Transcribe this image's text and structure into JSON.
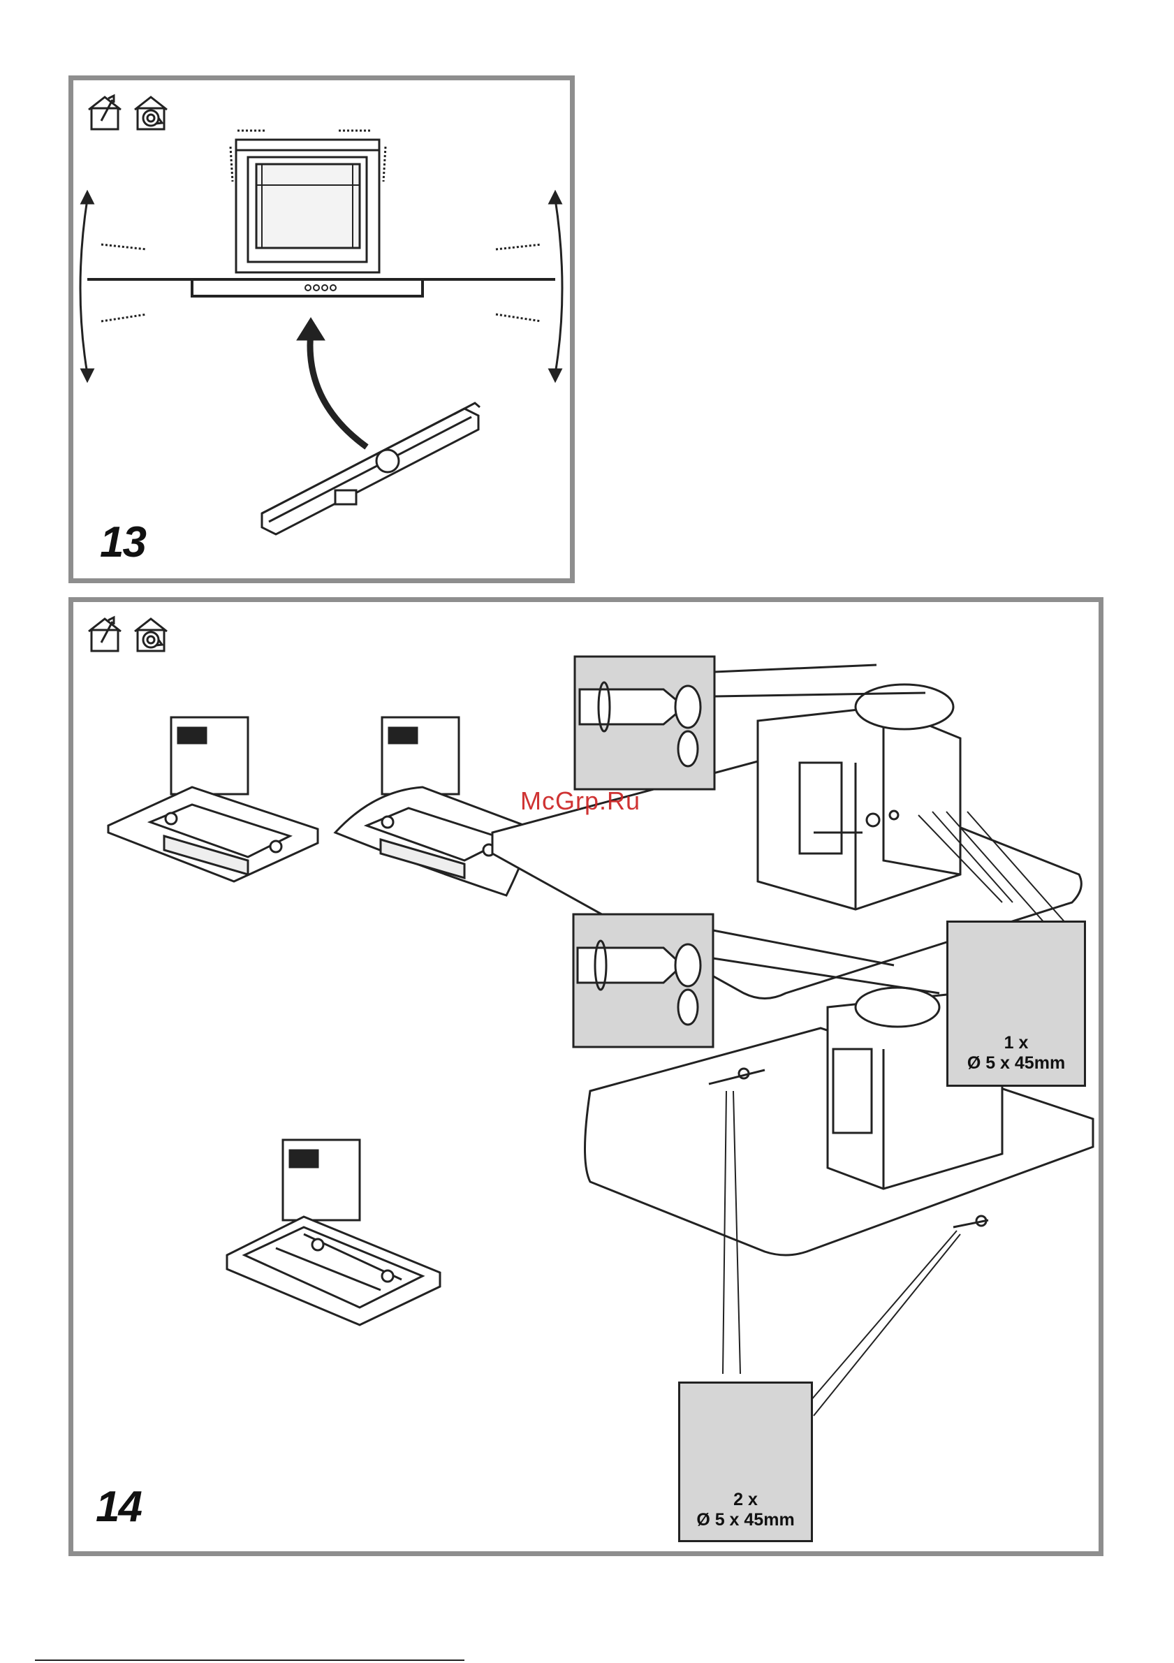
{
  "step13": {
    "number": "13"
  },
  "step14": {
    "number": "14",
    "callout_top": {
      "qty": "1 x",
      "size": "Ø 5 x 45mm"
    },
    "callout_bottom": {
      "qty": "2 x",
      "size": "Ø 5 x 45mm"
    }
  },
  "icons": [
    "ducted-extraction-icon",
    "recirculation-icon"
  ],
  "watermark": "McGrp.Ru",
  "colors": {
    "frame": "#8e8e8e",
    "callout_bg": "#d6d6d6",
    "watermark": "#cc2222"
  }
}
